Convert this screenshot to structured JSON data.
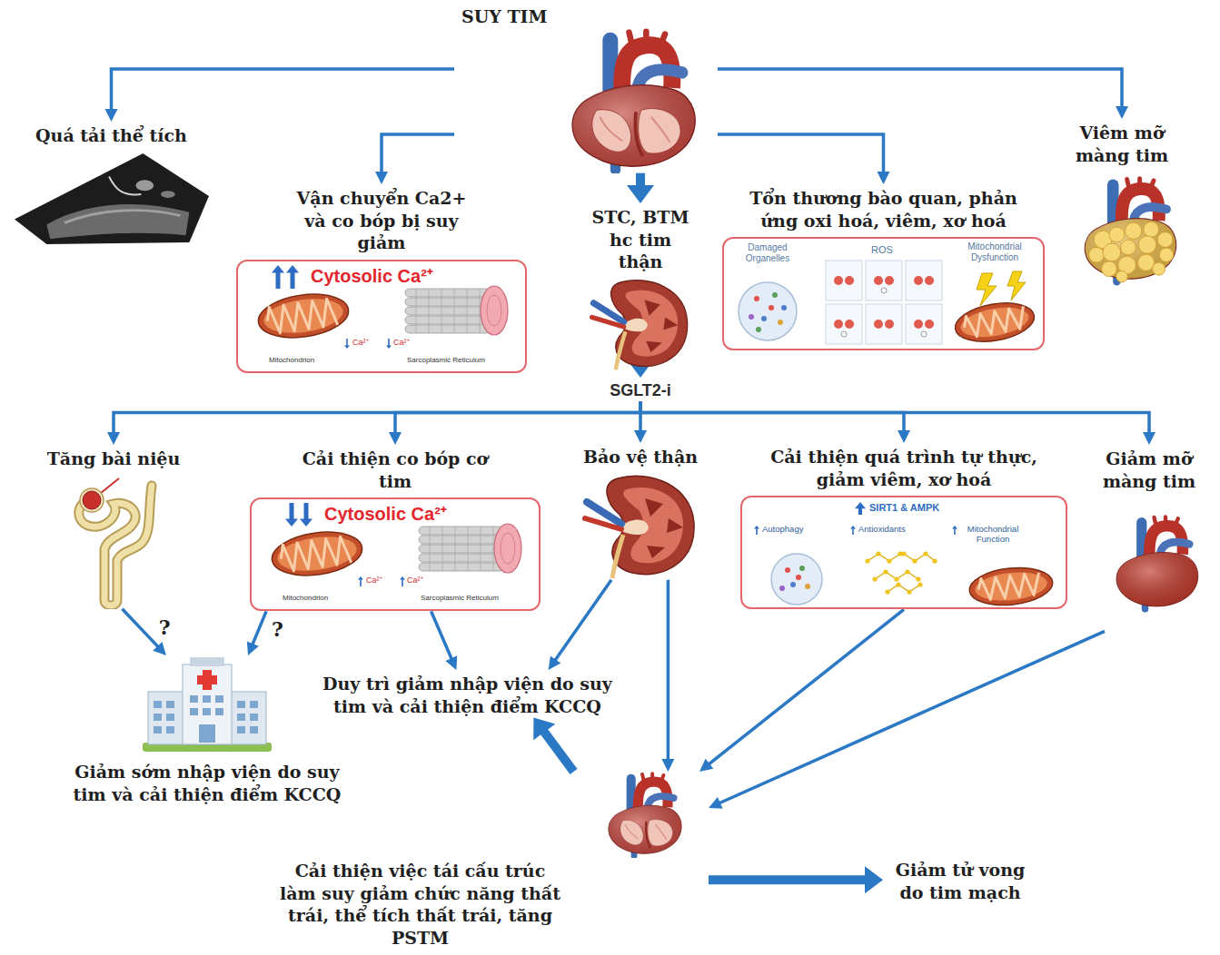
{
  "diagram": {
    "nodes": [
      {
        "text": [
          "SUY TIM"
        ]
      },
      {
        "text": [
          "Quá tải thể tích"
        ]
      },
      {
        "text": [
          "Viêm mỡ màng tim"
        ]
      },
      {
        "text": [
          "Vận chuyển Ca2+ và co bóp bị suy giảm",
          "Cytosolic Ca²⁺",
          "Ca²⁺",
          "Mitochondrion",
          "Ca²⁺",
          "Sarcoplasmic Reticulum"
        ]
      },
      {
        "text": [
          "STC, BTM hc tim thận"
        ]
      },
      {
        "text": [
          "Tổn thương bào quan, phản ứng oxi hoá, viêm, xơ hoá",
          "Damaged Organelles",
          "ROS",
          "Mitochondrial Dysfunction"
        ]
      },
      {
        "text": [
          "SGLT2-i"
        ]
      },
      {
        "text": [
          "Tăng bài niệu"
        ]
      },
      {
        "text": [
          "Cải thiện co bóp cơ tim",
          "Cytosolic Ca²⁺",
          "Ca²⁺",
          "Mitochondrion",
          "Ca²⁺",
          "Sarcoplasmic Reticulum"
        ]
      },
      {
        "text": [
          "Bảo vệ thận"
        ]
      },
      {
        "text": [
          "Cải thiện quá trình tự thực, giảm viêm, xơ hoá",
          "SIRT1 & AMPK",
          "Autophagy",
          "Antioxidants",
          "Mitochondrial Function"
        ]
      },
      {
        "text": [
          "Giảm mỡ màng tim"
        ]
      },
      {
        "text": [
          "Duy trì giảm nhập viện do suy tim và cải thiện điểm KCCQ"
        ]
      },
      {
        "text": [
          "Giảm sớm nhập viện do suy tim và cải thiện điểm KCCQ"
        ]
      },
      {
        "text": [
          "Cải thiện việc tái cấu trúc làm suy giảm chức năng thất trái, thể tích thất trái, tăng PSTM"
        ]
      },
      {
        "text": [
          "Giảm tử vong do tim mạch"
        ]
      }
    ],
    "edges": [
      {
        "from": 0,
        "to": 1,
        "arrow": "to"
      },
      {
        "from": 0,
        "to": 2,
        "arrow": "to"
      },
      {
        "from": 0,
        "to": 3,
        "arrow": "to"
      },
      {
        "from": 0,
        "to": 4,
        "arrow": "to"
      },
      {
        "from": 0,
        "to": 5,
        "arrow": "to"
      },
      {
        "from": 4,
        "to": 6,
        "arrow": "to"
      },
      {
        "from": 6,
        "to": 7,
        "arrow": "to"
      },
      {
        "from": 6,
        "to": 8,
        "arrow": "to"
      },
      {
        "from": 6,
        "to": 9,
        "arrow": "to"
      },
      {
        "from": 6,
        "to": 10,
        "arrow": "to"
      },
      {
        "from": 6,
        "to": 11,
        "arrow": "to"
      },
      {
        "from": 7,
        "to": 13,
        "label": "?",
        "arrow": "to"
      },
      {
        "from": 8,
        "to": 13,
        "label": "?",
        "arrow": "to"
      },
      {
        "from": 8,
        "to": 12,
        "arrow": "to"
      },
      {
        "from": 9,
        "to": 12,
        "arrow": "to"
      },
      {
        "from": 9,
        "to": 14,
        "arrow": "to"
      },
      {
        "from": 10,
        "to": 14,
        "arrow": "to"
      },
      {
        "from": 11,
        "to": 14,
        "arrow": "to"
      },
      {
        "from": 14,
        "to": 12,
        "arrow": "to"
      },
      {
        "from": 14,
        "to": 15,
        "arrow": "to"
      }
    ]
  }
}
